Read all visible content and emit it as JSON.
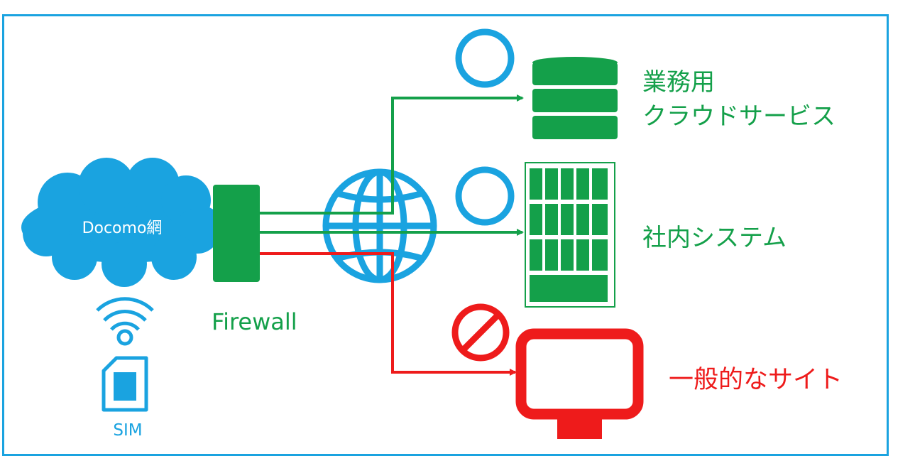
{
  "labels": {
    "network": "Docomo網",
    "sim": "SIM",
    "firewall": "Firewall",
    "cloud_service_line1": "業務用",
    "cloud_service_line2": "クラウドサービス",
    "internal_system": "社内システム",
    "general_sites": "一般的なサイト"
  },
  "status": {
    "cloud_service": "allowed",
    "internal_system": "allowed",
    "general_sites": "blocked"
  },
  "icons": [
    "cloud-icon",
    "wifi-signal-icon",
    "sim-card-icon",
    "firewall-icon",
    "globe-icon",
    "circle-allowed-icon",
    "database-icon",
    "building-icon",
    "prohibited-icon",
    "monitor-icon"
  ],
  "colors": {
    "border": "#1aa3e0",
    "blue": "#1aa3e0",
    "green": "#14a04a",
    "red": "#ee1b1b"
  }
}
